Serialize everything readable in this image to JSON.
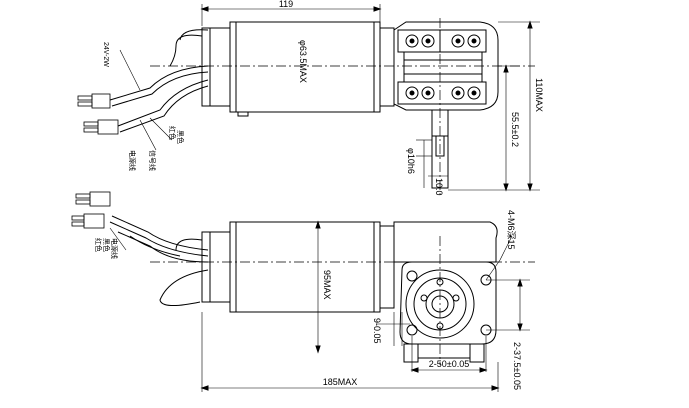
{
  "dimensions": {
    "top_width": "119",
    "motor_diameter": "φ63.5MAX",
    "total_height": "110MAX",
    "shaft_height": "55.5±0.2",
    "shaft_diameter": "φ10h6",
    "shaft_key": "10.0",
    "motor_length": "95MAX",
    "key_width": "9-0.05",
    "bolt_spacing_horizontal": "2-50±0.05",
    "bolt_spacing_vertical": "2-37.5±0.05",
    "overall_length": "185MAX",
    "mounting_holes": "4-M6深15"
  },
  "wire_labels": {
    "top_left_connector": "24V-2W",
    "top_wire_1": "红色",
    "top_wire_2": "黑色",
    "top_wire_3": "电源线",
    "top_wire_4": "信号线",
    "bottom_wire_1": "红色",
    "bottom_wire_2": "黑色",
    "bottom_wire_3": "电源线"
  },
  "colors": {
    "ink": "#000000",
    "paper": "#ffffff"
  }
}
